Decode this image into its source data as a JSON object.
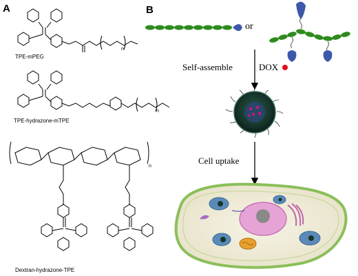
{
  "panels": {
    "a": "A",
    "b": "B"
  },
  "compounds": {
    "c1": "TPE-mPEG",
    "c2": "TPE-hydrazone-mTPE",
    "c3": "Dextran-hydrazone-TPE"
  },
  "subscripts": {
    "n": "n"
  },
  "scheme": {
    "or": "or",
    "step1": "Self-assemble",
    "drug": "DOX",
    "step2": "Cell uptake"
  },
  "colors": {
    "polymer_chain": "#2e8b1e",
    "hydrophobe": "#3d58a8",
    "drug_dot": "#e01020",
    "micelle_core": "#1f4a3a",
    "cell_membrane": "#8bbf5a",
    "nucleus": "#cc66bb",
    "organelle": "#5b8ab8"
  }
}
